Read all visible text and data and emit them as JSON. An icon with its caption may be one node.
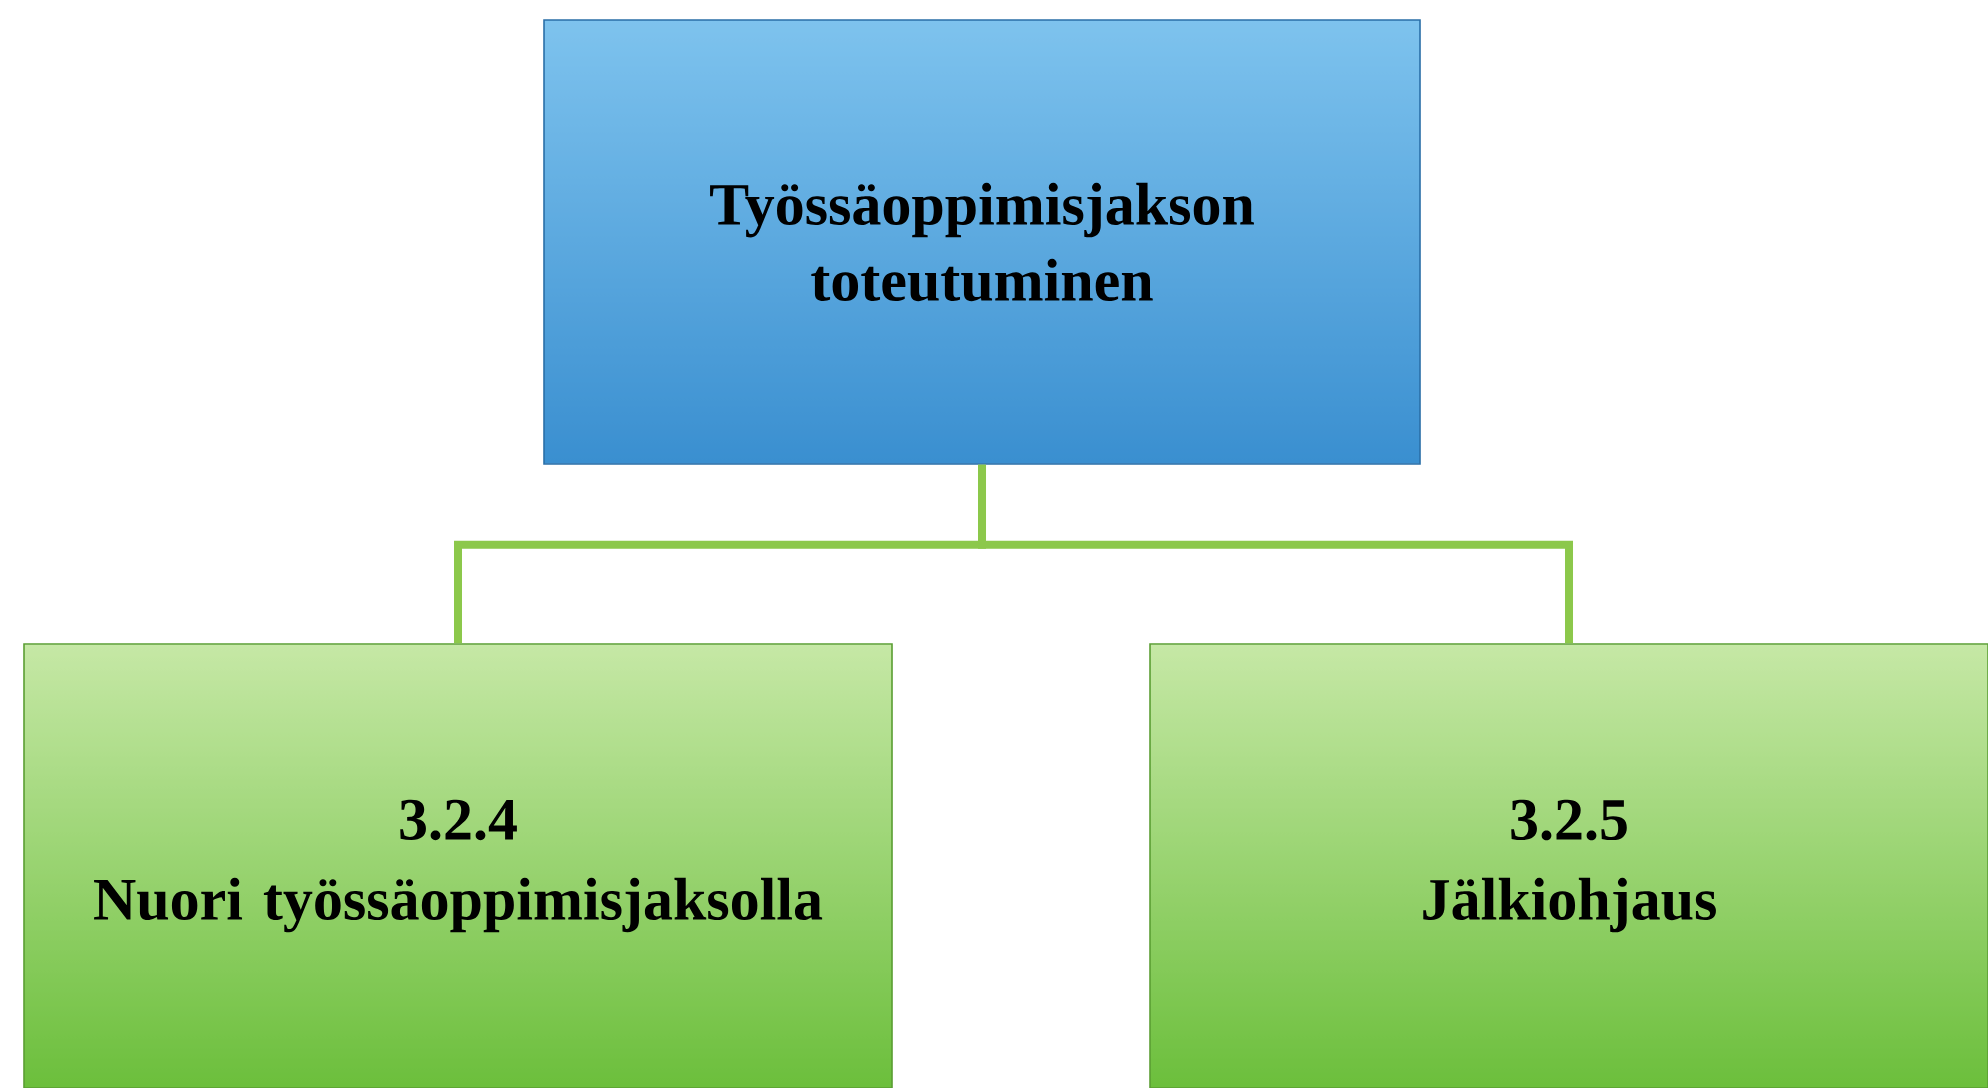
{
  "diagram": {
    "nodes": [
      {
        "text": [
          "Työssäoppimisjakson toteutuminen"
        ]
      },
      {
        "text": [
          "3.2.4",
          "Nuori työssäoppimisjaksolla"
        ]
      },
      {
        "text": [
          "3.2.5",
          "Jälkiohjaus"
        ]
      }
    ],
    "edges": [
      {
        "from": 0,
        "to": 1,
        "arrow": "none"
      },
      {
        "from": 0,
        "to": 2,
        "arrow": "none"
      }
    ]
  }
}
